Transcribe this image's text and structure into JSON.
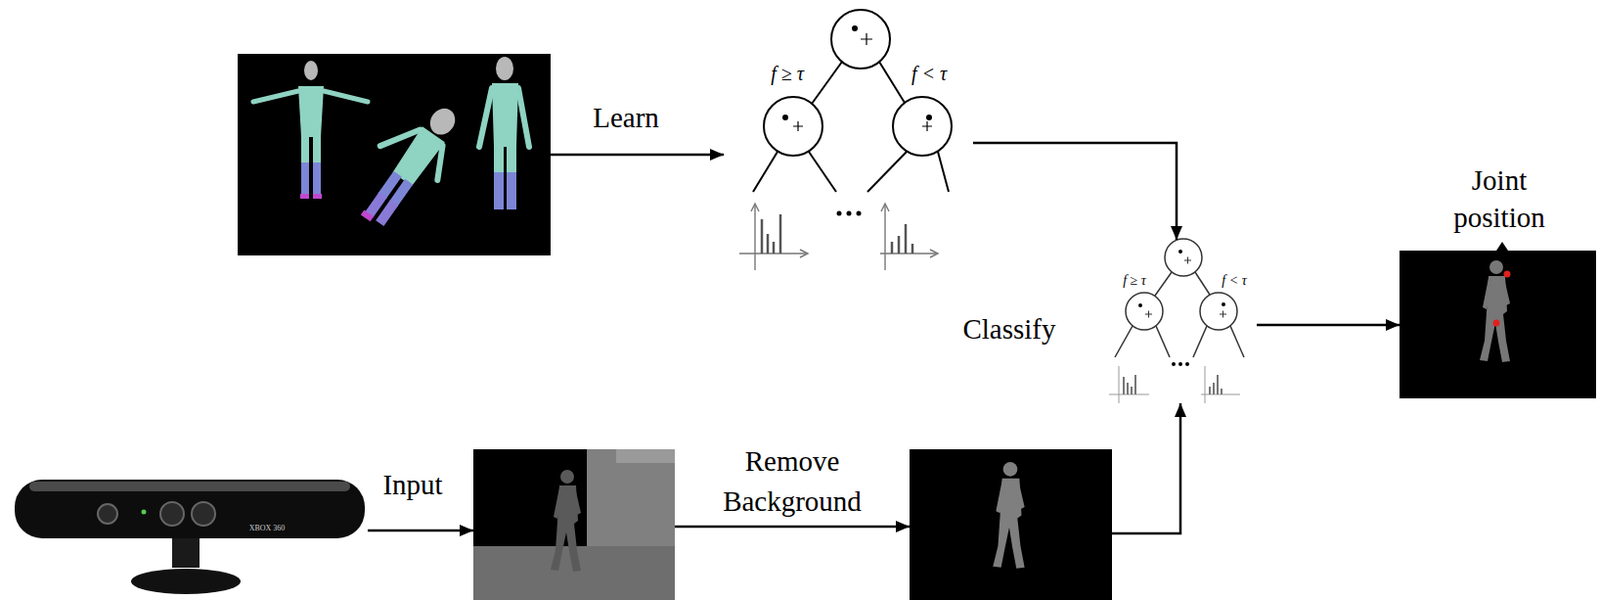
{
  "diagram": {
    "nodes": [
      {
        "text": []
      },
      {
        "text": [
          "f ≥ τ",
          "f < τ"
        ]
      },
      {
        "text": [
          "XBOX 360"
        ]
      },
      {
        "text": []
      },
      {
        "text": []
      },
      {
        "text": [
          "Classify",
          "f ≥ τ",
          "f < τ"
        ]
      },
      {
        "text": [
          "Joint position"
        ]
      }
    ],
    "edges": [
      {
        "from": 0,
        "to": 1,
        "arrow": "to",
        "label": "Learn"
      },
      {
        "from": 1,
        "to": 5,
        "arrow": "to"
      },
      {
        "from": 2,
        "to": 3,
        "arrow": "to",
        "label": "Input"
      },
      {
        "from": 3,
        "to": 4,
        "arrow": "to",
        "label": "Remove Background"
      },
      {
        "from": 4,
        "to": 5,
        "arrow": "to"
      },
      {
        "from": 5,
        "to": 6,
        "arrow": "to"
      }
    ]
  }
}
